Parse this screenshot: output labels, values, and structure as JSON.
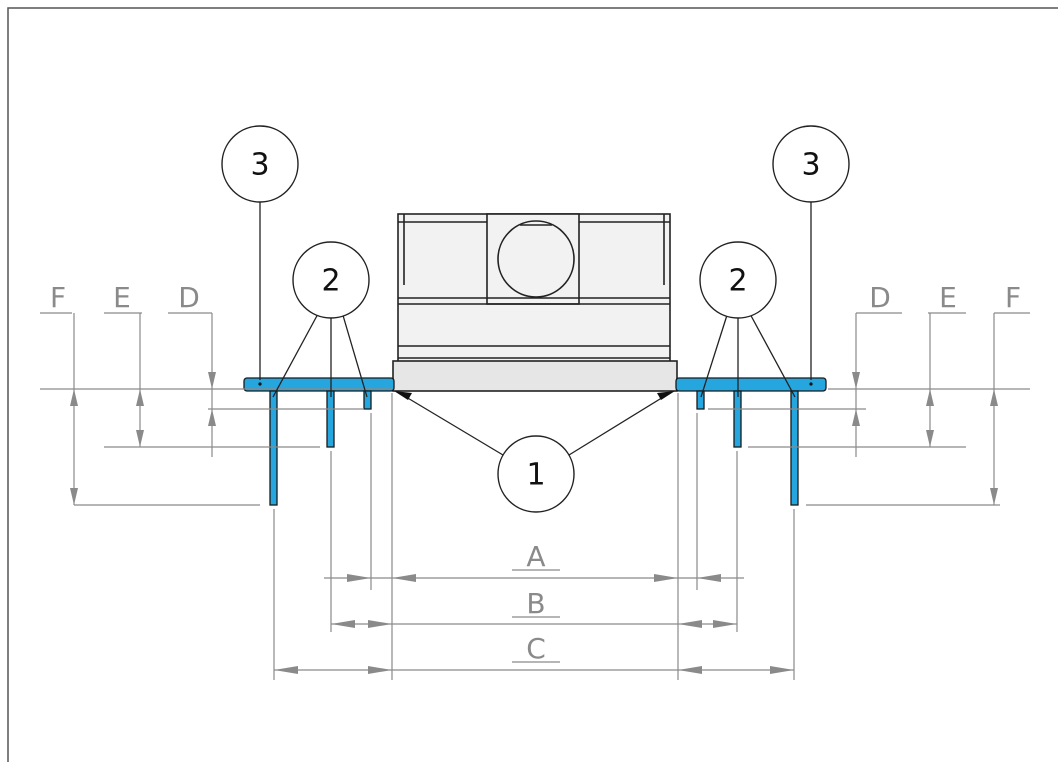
{
  "balloons": {
    "item_1": "1",
    "item_2_left": "2",
    "item_2_right": "2",
    "item_3_left": "3",
    "item_3_right": "3"
  },
  "dimensions": {
    "left": {
      "D": "D",
      "E": "E",
      "F": "F"
    },
    "right": {
      "D": "D",
      "E": "E",
      "F": "F"
    },
    "bottom": {
      "A": "A",
      "B": "B",
      "C": "C"
    }
  },
  "colors": {
    "steel": "#25a6df",
    "dimension": "#8a8a8a",
    "line": "#222222",
    "cabinet": "#f2f2f2"
  }
}
